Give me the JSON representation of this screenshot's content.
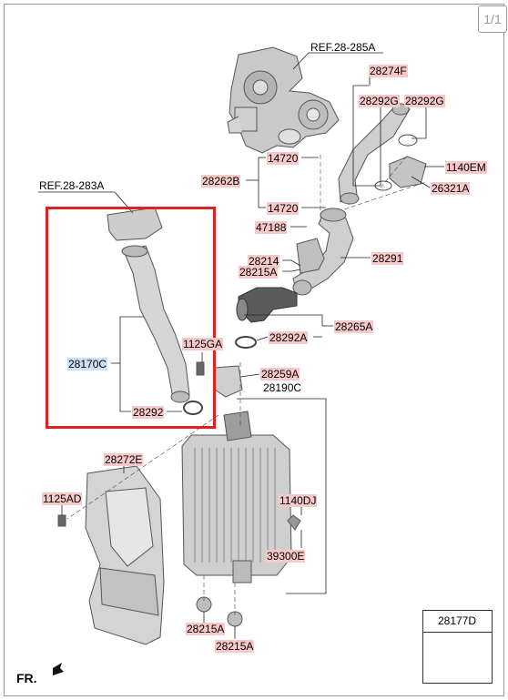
{
  "page_indicator": "1/1",
  "orientation_label": "FR.",
  "selection_color": "#e0211f",
  "references": {
    "ref_285": "REF.28-285A",
    "ref_283": "REF.28-283A"
  },
  "parts": {
    "p28274F": "28274F",
    "p28292G_left": "28292G",
    "p28292G_right": "28292G",
    "p14720_top": "14720",
    "p28262B": "28262B",
    "p1140EM": "1140EM",
    "p26321A": "26321A",
    "p14720_bottom": "14720",
    "p47188": "47188",
    "p28214": "28214",
    "p28215A_top": "28215A",
    "p28291": "28291",
    "p28265A": "28265A",
    "p28292A": "28292A",
    "p28170C": "28170C",
    "p1125GA": "1125GA",
    "p28259A": "28259A",
    "p28190C": "28190C",
    "p28292": "28292",
    "p28272E": "28272E",
    "p1125AD": "1125AD",
    "p1140DJ": "1140DJ",
    "p39300E": "39300E",
    "p28215A_bottom1": "28215A",
    "p28215A_bottom2": "28215A",
    "p28177D": "28177D"
  }
}
